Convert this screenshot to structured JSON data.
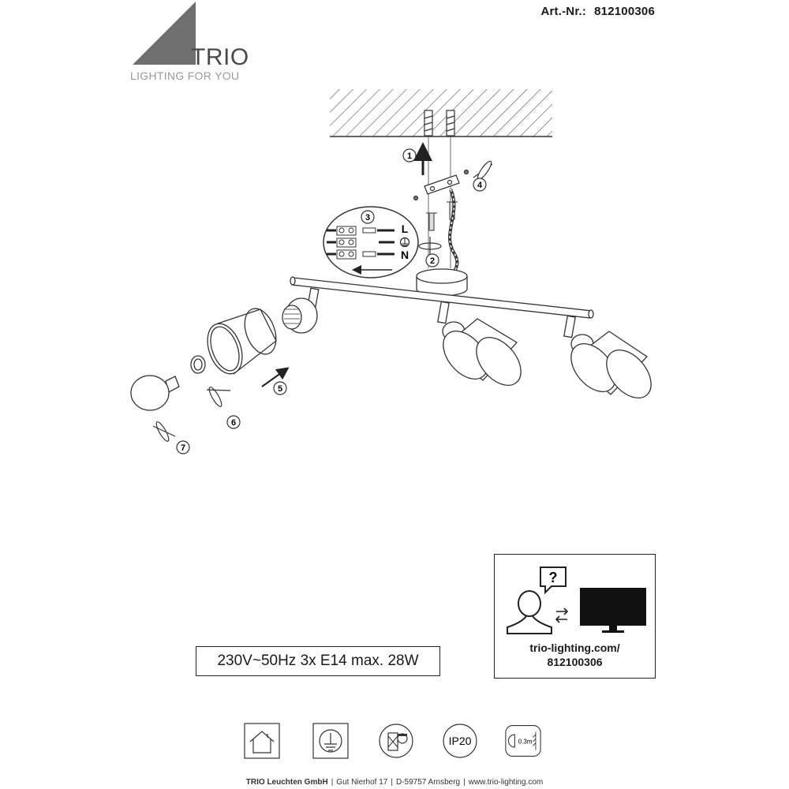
{
  "header": {
    "art_label": "Art.-Nr.:",
    "art_number": "812100306"
  },
  "logo": {
    "name": "TRIO",
    "tagline": "LIGHTING FOR YOU"
  },
  "steps": [
    "1",
    "2",
    "3",
    "4",
    "5",
    "6",
    "7"
  ],
  "wiring": {
    "terminal_l": "L",
    "terminal_n": "N"
  },
  "spec": {
    "text": "230V~50Hz  3x E14 max. 28W"
  },
  "info": {
    "question_mark": "?",
    "url_line1": "trio-lighting.com/",
    "url_line2": "812100306"
  },
  "symbols": {
    "ip_rating": "IP20",
    "distance": "0.3m",
    "icons": [
      "indoor-house-icon",
      "earth-ground-icon",
      "no-dimmer-icon",
      "ip20-badge",
      "min-distance-icon"
    ]
  },
  "footer": {
    "company": "TRIO Leuchten GmbH",
    "street": "Gut Nierhof 17",
    "city": "D-59757 Arnsberg",
    "website": "www.trio-lighting.com"
  }
}
